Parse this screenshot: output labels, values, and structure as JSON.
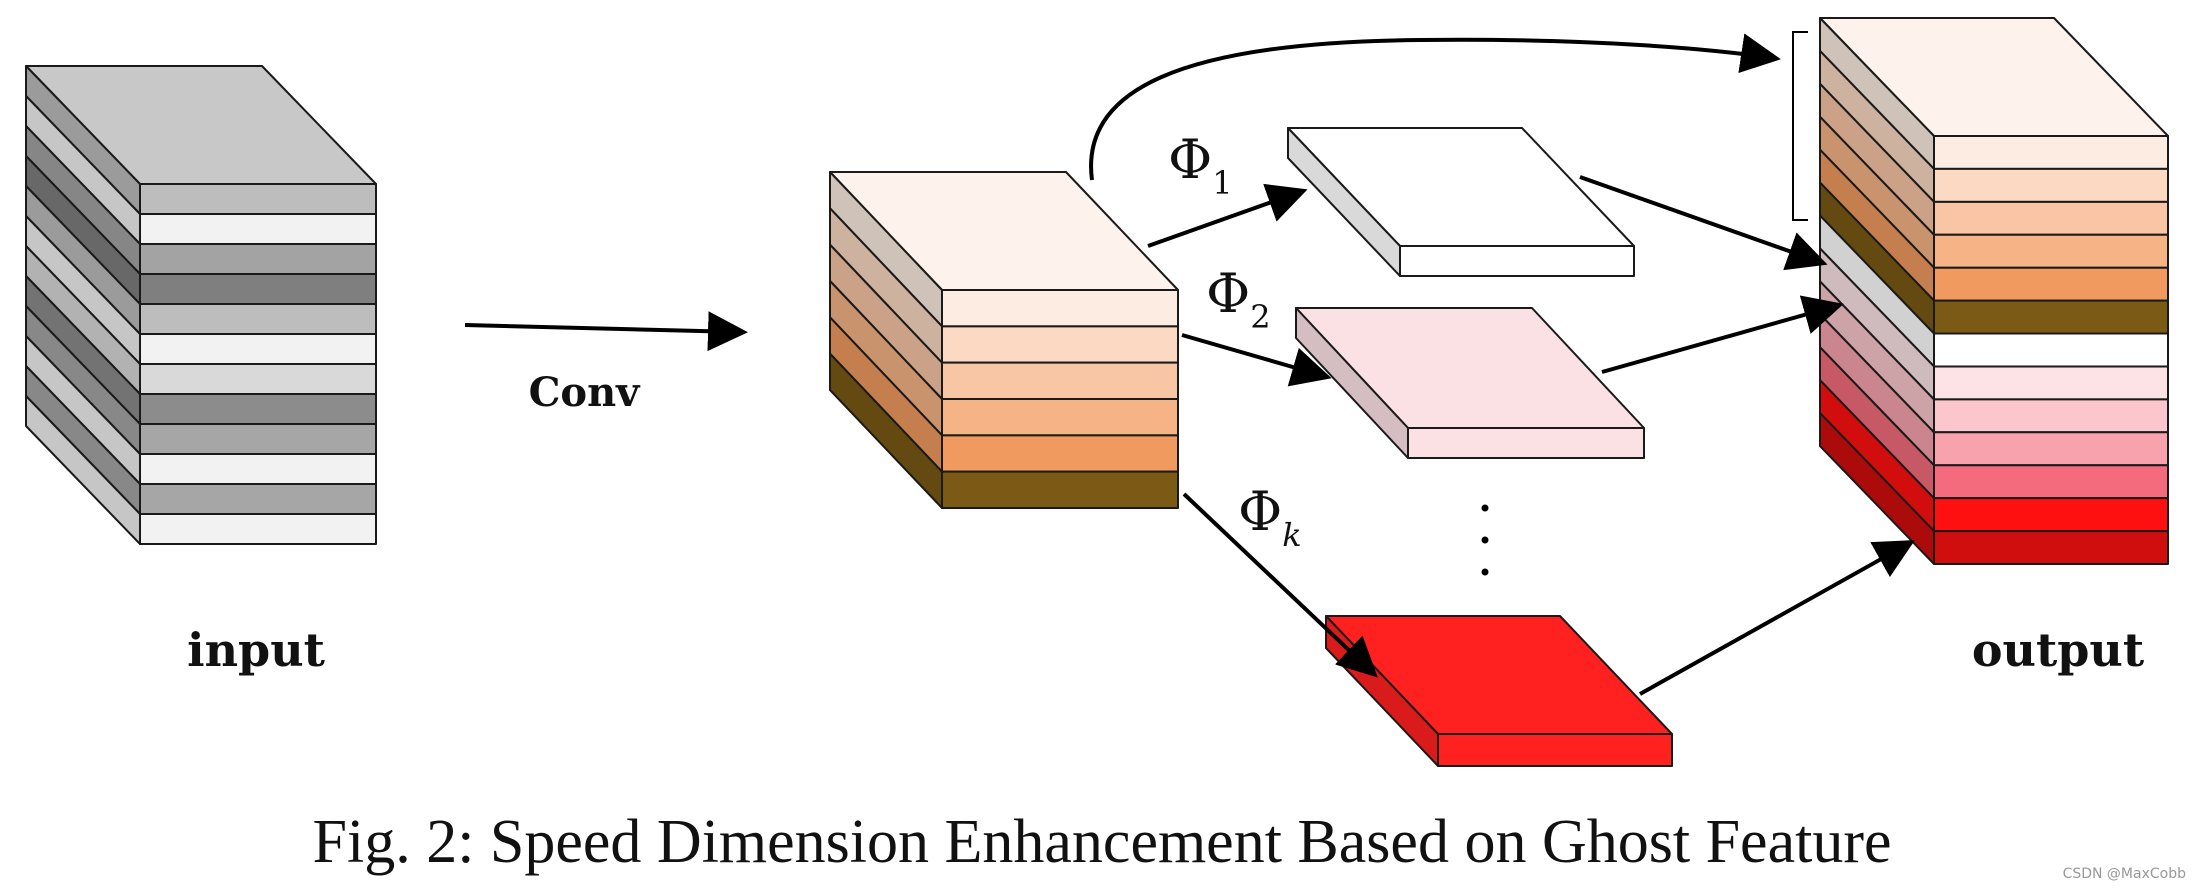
{
  "labels": {
    "input": "input",
    "conv": "Conv",
    "output": "output",
    "phi_1": "Φ",
    "phi_1_sub": "1",
    "phi_2": "Φ",
    "phi_2_sub": "2",
    "phi_k": "Φ",
    "phi_k_sub": "k"
  },
  "caption": "Fig. 2: Speed Dimension Enhancement Based on Ghost Feature",
  "watermark": "CSDN @MaxCobb",
  "colors": {
    "input_layers": [
      "#bdbdbd",
      "#f2f2f2",
      "#a3a3a3",
      "#7f7f7f",
      "#bdbdbd",
      "#f2f2f2",
      "#d9d9d9",
      "#8c8c8c",
      "#a6a6a6",
      "#f2f2f2",
      "#a6a6a6",
      "#f2f2f2"
    ],
    "intrinsic_layers": [
      "#fdece1",
      "#fbd9c3",
      "#f8c6a5",
      "#f5b386",
      "#f09a5f",
      "#7a5a14"
    ],
    "ghost_map_1": "#ffffff",
    "ghost_map_2": "#fbe0e4",
    "ghost_map_k": "#ff2020",
    "output_layers": [
      "#fdece1",
      "#fbd9c3",
      "#f8c6a5",
      "#f5b386",
      "#f09a5f",
      "#7a5a14",
      "#ffffff",
      "#fde3e6",
      "#fbc7cd",
      "#f8a2ad",
      "#f36b7c",
      "#ff1010",
      "#d10e0e"
    ]
  }
}
